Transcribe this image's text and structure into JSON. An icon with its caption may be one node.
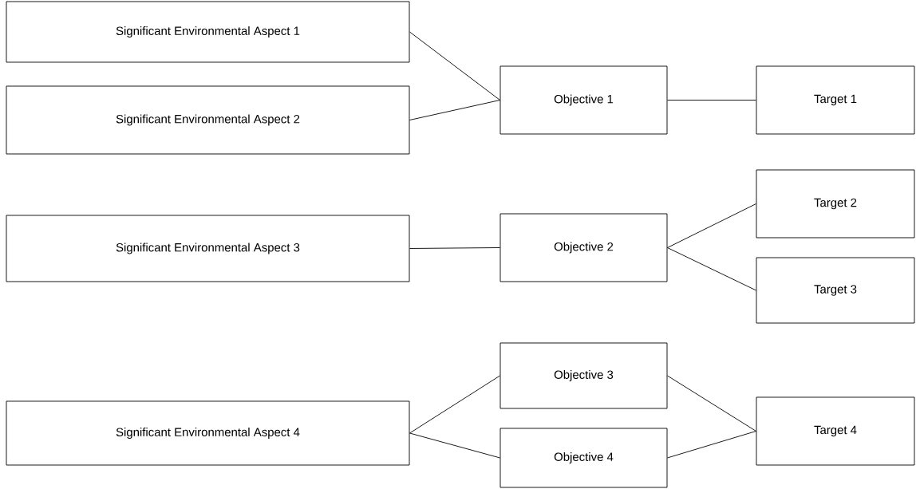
{
  "diagram": {
    "nodes": [
      {
        "text": [
          "Significant Environmental Aspect 1"
        ]
      },
      {
        "text": [
          "Significant Environmental Aspect 2"
        ]
      },
      {
        "text": [
          "Objective 1"
        ]
      },
      {
        "text": [
          "Target 1"
        ]
      },
      {
        "text": [
          "Significant Environmental Aspect 3"
        ]
      },
      {
        "text": [
          "Objective 2"
        ]
      },
      {
        "text": [
          "Target 2"
        ]
      },
      {
        "text": [
          "Target 3"
        ]
      },
      {
        "text": [
          "Objective 3"
        ]
      },
      {
        "text": [
          "Significant Environmental Aspect 4"
        ]
      },
      {
        "text": [
          "Objective 4"
        ]
      },
      {
        "text": [
          "Target 4"
        ]
      }
    ],
    "edges": [
      {
        "from": 0,
        "to": 2,
        "arrow": "none"
      },
      {
        "from": 1,
        "to": 2,
        "arrow": "none"
      },
      {
        "from": 2,
        "to": 3,
        "arrow": "none"
      },
      {
        "from": 4,
        "to": 5,
        "arrow": "none"
      },
      {
        "from": 5,
        "to": 6,
        "arrow": "none"
      },
      {
        "from": 5,
        "to": 7,
        "arrow": "none"
      },
      {
        "from": 9,
        "to": 8,
        "arrow": "none"
      },
      {
        "from": 9,
        "to": 10,
        "arrow": "none"
      },
      {
        "from": 8,
        "to": 11,
        "arrow": "none"
      },
      {
        "from": 10,
        "to": 11,
        "arrow": "none"
      }
    ]
  }
}
